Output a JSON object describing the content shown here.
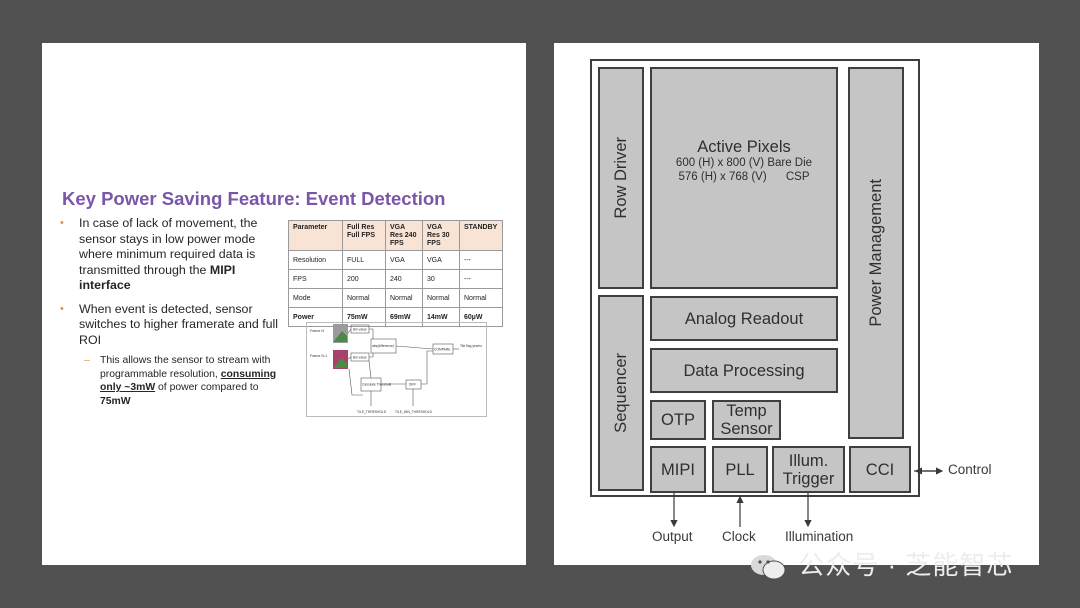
{
  "left_slide": {
    "title": "Key Power Saving Feature: Event Detection",
    "bullets": [
      {
        "pre": "In case of lack of movement, the sensor stays in low power mode where minimum required data is transmitted through the ",
        "bold": "MIPI interface"
      },
      {
        "text": "When event is detected, sensor switches to higher framerate and full ROI"
      }
    ],
    "sub_bullet": {
      "pre": "This allows the sensor to stream with programmable resolution, ",
      "underline": "consuming only ~3mW",
      "mid": " of power compared to ",
      "bold": "75mW"
    },
    "table": {
      "header": [
        "Parameter",
        "Full Res Full FPS",
        "VGA Res 240 FPS",
        "VGA Res 30 FPS",
        "STANDBY"
      ],
      "rows": [
        [
          "Resolution",
          "FULL",
          "VGA",
          "VGA",
          "---"
        ],
        [
          "FPS",
          "200",
          "240",
          "30",
          "---"
        ],
        [
          "Mode",
          "Normal",
          "Normal",
          "Normal",
          "Normal"
        ],
        [
          "Power",
          "75mW",
          "69mW",
          "14mW",
          "60µW"
        ]
      ]
    },
    "flow": {
      "frame_n": "Frame N",
      "frame_n_minus": "Frame N-1",
      "binvalue_a": "Bin value",
      "binvalue_b": "Bin value",
      "abs_diff": "abs(difference)",
      "compare": "COMPARE",
      "output": "Tile flag yes/no",
      "calc": "Calculate Threshold",
      "diff": "DIFF",
      "thresh1": "TILE_THRESHOLD",
      "thresh2": "TILE_MIN_THRESHOLD"
    }
  },
  "right_slide": {
    "blocks": {
      "row_driver": "Row Driver",
      "active_pixels": "Active Pixels",
      "active_line1": "600 (H) x 800 (V) Bare Die",
      "active_line2": "576 (H) x 768 (V)      CSP",
      "power_mgmt": "Power Management",
      "sequencer": "Sequencer",
      "analog": "Analog Readout",
      "data_proc": "Data Processing",
      "otp": "OTP",
      "temp": "Temp Sensor",
      "mipi": "MIPI",
      "pll": "PLL",
      "illum": "Illum. Trigger",
      "cci": "CCI"
    },
    "external": {
      "output": "Output",
      "clock": "Clock",
      "illumination": "Illumination",
      "control": "Control"
    }
  },
  "watermark": "公众号 · 芝能智芯"
}
